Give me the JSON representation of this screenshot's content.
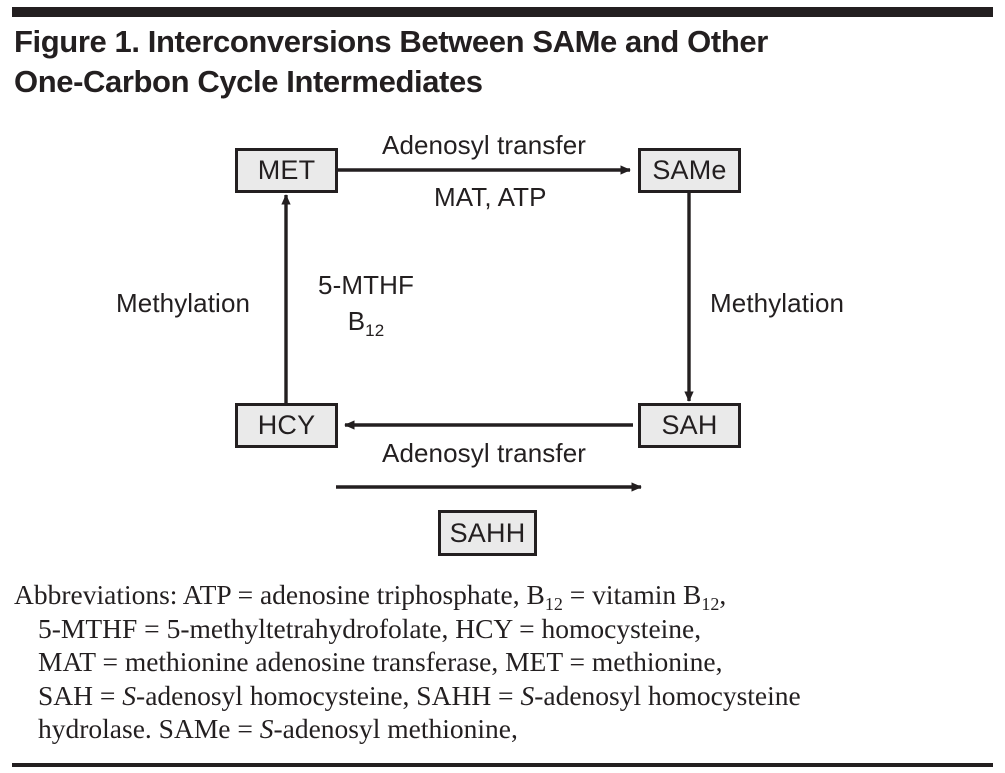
{
  "figure": {
    "title": "Figure 1. Interconversions Between SAMe and Other\nOne-Carbon Cycle Intermediates",
    "rule_color": "#231f20",
    "node_fill": "#eaeaea",
    "node_stroke": "#231f20"
  },
  "diagram": {
    "type": "cycle-flow-diagram",
    "nodes": [
      {
        "id": "met",
        "label": "MET"
      },
      {
        "id": "same",
        "label": "SAMe"
      },
      {
        "id": "hcy",
        "label": "HCY"
      },
      {
        "id": "sah",
        "label": "SAH"
      },
      {
        "id": "sahh",
        "label": "SAHH"
      }
    ],
    "edges": [
      {
        "id": "met-to-same",
        "from": "MET",
        "to": "SAMe",
        "direction": "right",
        "label_above": "Adenosyl transfer",
        "label_below": "MAT, ATP"
      },
      {
        "id": "same-to-sah",
        "from": "SAMe",
        "to": "SAH",
        "direction": "down",
        "label": "Methylation"
      },
      {
        "id": "sah-to-hcy",
        "from": "SAH",
        "to": "HCY",
        "direction": "left",
        "label_below": "Adenosyl transfer"
      },
      {
        "id": "hcy-to-met",
        "from": "HCY",
        "to": "MET",
        "direction": "up",
        "label_left": "Methylation",
        "cofactor_line1": "5-MTHF",
        "cofactor_line2_base": "B",
        "cofactor_line2_sub": "12"
      },
      {
        "id": "sahh-catalysis",
        "from": "HCY",
        "to": "SAH",
        "direction": "right",
        "enzyme": "SAHH"
      }
    ]
  },
  "abbreviations": {
    "lead": "Abbreviations:",
    "line1_a": " ATP = adenosine triphosphate, B",
    "line1_sub1": "12",
    "line1_b": " = vitamin B",
    "line1_sub2": "12",
    "line1_c": ",",
    "line2": "5-MTHF = 5-methyltetrahydrofolate, HCY = homocysteine,",
    "line3": "MAT = methionine adenosine transferase, MET = methionine,",
    "line4_a": "SAH = ",
    "line4_ital1": "S",
    "line4_b": "-adenosyl homocysteine, SAHH = ",
    "line4_ital2": "S",
    "line4_c": "-adenosyl homocysteine",
    "line5_a": "hydrolase. SAMe = ",
    "line5_ital": "S",
    "line5_b": "-adenosyl methionine,"
  }
}
